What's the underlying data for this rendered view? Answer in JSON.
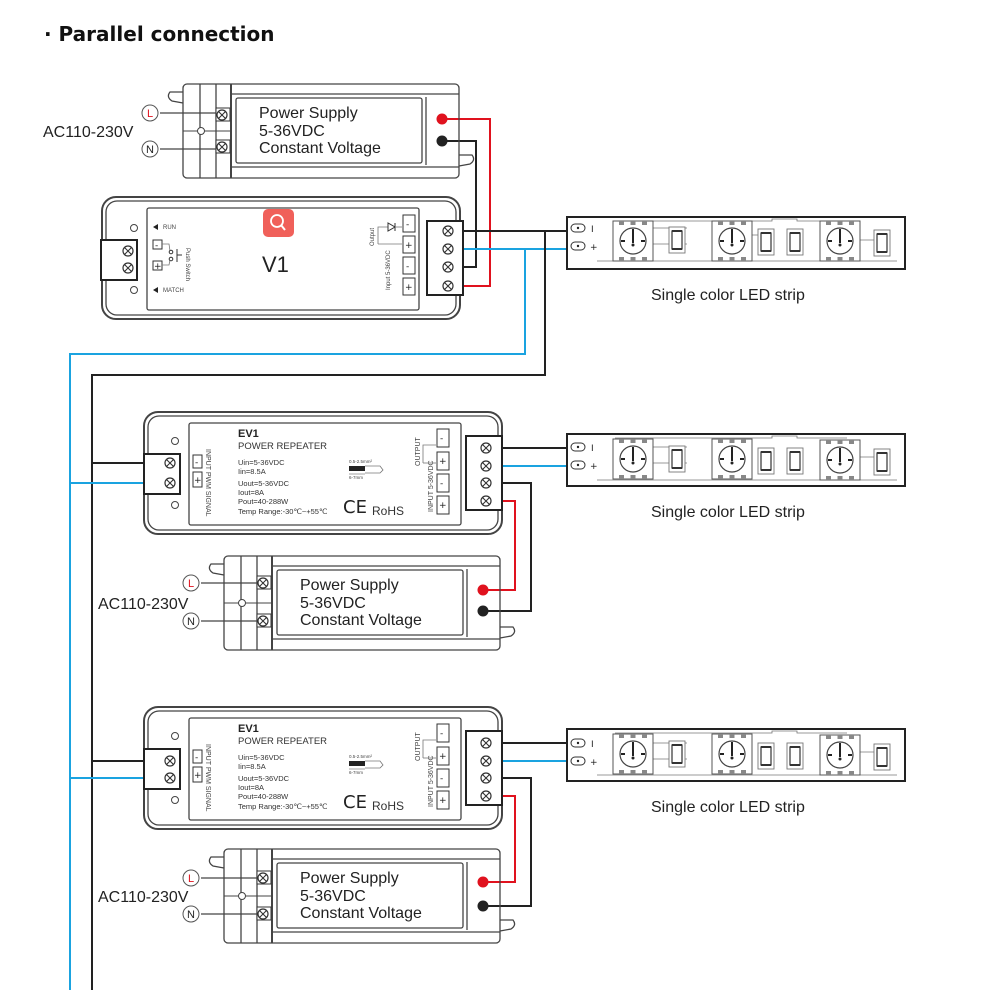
{
  "title": "· Parallel connection",
  "colors": {
    "wire_positive_signal": "#1aa3e0",
    "wire_negative": "#222222",
    "wire_power_positive": "#e0121e",
    "search_badge": "#f0605a"
  },
  "power_supply": {
    "line1": "Power Supply",
    "line2": "5-36VDC",
    "line3": "Constant Voltage",
    "ac_label": "AC110-230V",
    "live_label": "L",
    "neutral_label": "N"
  },
  "controller": {
    "name": "V1",
    "run_label": "RUN",
    "match_label": "MATCH",
    "push_switch_label": "Push Switch",
    "output_label": "Output",
    "input_label": "Input 5-36VDC",
    "minus": "-",
    "plus": "+"
  },
  "repeater": {
    "name": "EV1",
    "subtitle": "POWER REPEATER",
    "specs": [
      "Uin=5-36VDC",
      "Iin=8.5A",
      "Uout=5-36VDC",
      "Iout=8A",
      "Pout=40-288W",
      "Temp Range:-30℃~+55℃"
    ],
    "wire_gauge": "0.5-2.5mm²",
    "strip_length": "6-7mm",
    "ce_mark": "CE",
    "rohs": "RoHS",
    "input_signal_label": "INPUT PWM SIGNAL",
    "output_label": "OUTPUT",
    "input_power_label": "INPUT 5-36VDC",
    "minus": "-",
    "plus": "+"
  },
  "led_strip": {
    "label": "Single color LED strip",
    "minus": "I",
    "plus": "+"
  },
  "sections": [
    {
      "id": "top",
      "controller": "V1",
      "strip_label": "Single color LED strip"
    },
    {
      "id": "middle",
      "controller": "EV1",
      "strip_label": "Single color LED strip"
    },
    {
      "id": "bottom",
      "controller": "EV1",
      "strip_label": "Single color LED strip"
    }
  ]
}
